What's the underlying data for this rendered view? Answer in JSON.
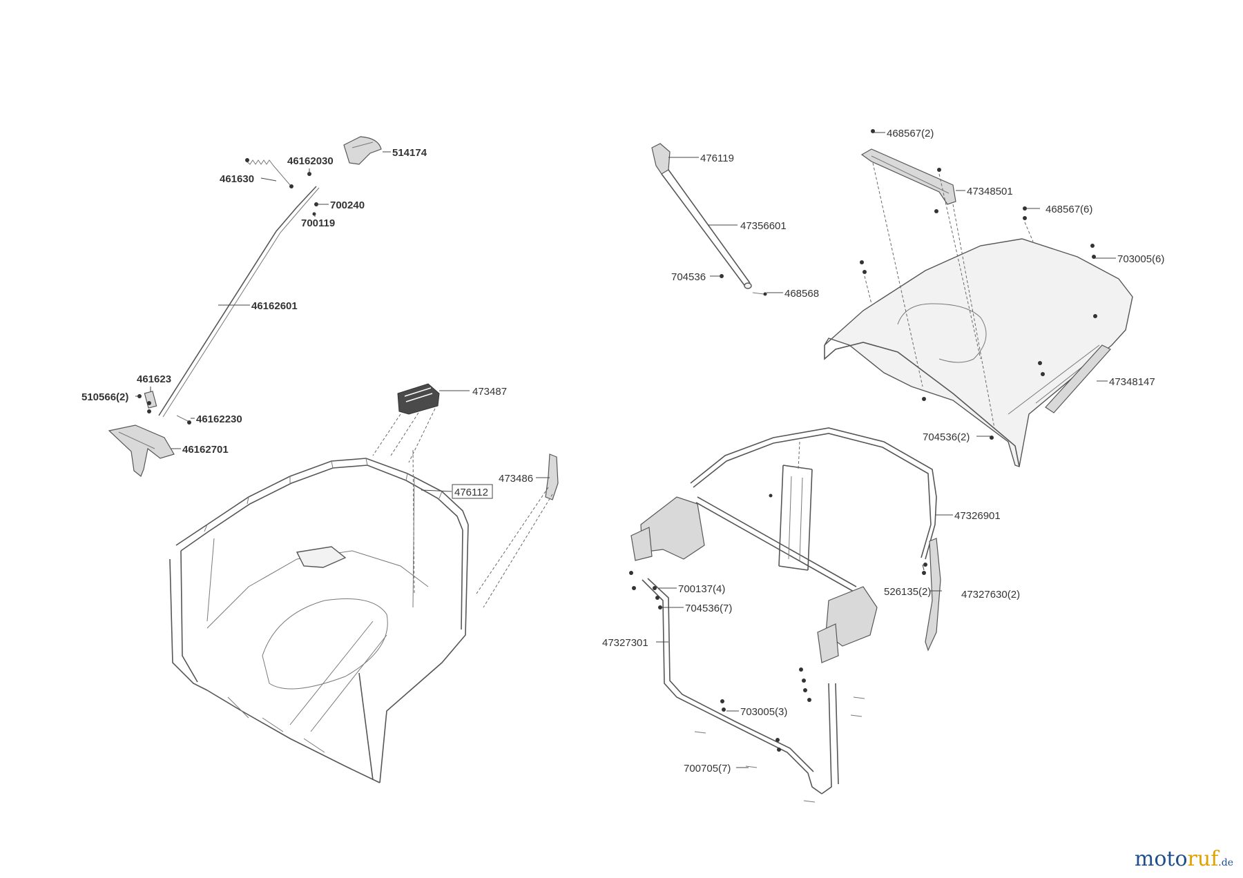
{
  "labels": {
    "p514174": "514174",
    "p46162030": "46162030",
    "p461630": "461630",
    "p700240": "700240",
    "p700119": "700119",
    "p46162601": "46162601",
    "p461623": "461623",
    "p510566": "510566(2)",
    "p46162230": "46162230",
    "p46162701": "46162701",
    "p473487": "473487",
    "p473486": "473486",
    "p476112": "476112",
    "p476119": "476119",
    "p47356601": "47356601",
    "p704536": "704536",
    "p468568": "468568",
    "p468567_2": "468567(2)",
    "p47348501": "47348501",
    "p468567_6": "468567(6)",
    "p703005_6": "703005(6)",
    "p47348147": "47348147",
    "p704536_2": "704536(2)",
    "p47326901": "47326901",
    "p526135": "526135(2)",
    "p47327630": "47327630(2)",
    "p700137": "700137(4)",
    "p704536_7": "704536(7)",
    "p47327301": "47327301",
    "p703005_3": "703005(3)",
    "p700705": "700705(7)"
  },
  "logo": {
    "part1": "moto",
    "part2": "ruf",
    "part3": ".de"
  },
  "colors": {
    "logo_blue": "#1f4f8a",
    "logo_gold": "#e0a100"
  }
}
